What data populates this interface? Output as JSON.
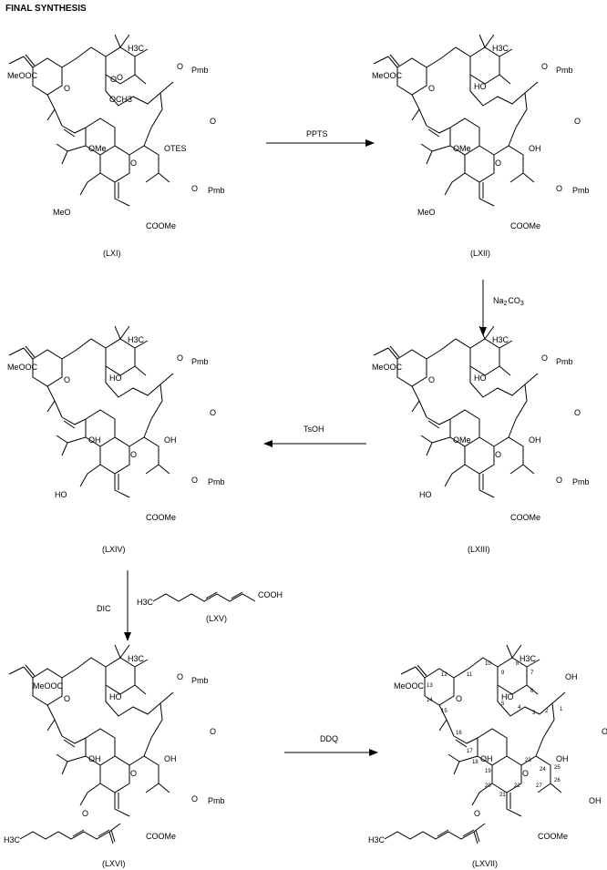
{
  "title": "FINAL SYNTHESIS",
  "compounds": [
    {
      "id": "LXI",
      "label": "(LXI)",
      "substituent_left": "MeO",
      "r1": "OTES",
      "r2": "OCH3"
    },
    {
      "id": "LXII",
      "label": "(LXII)",
      "substituent_left": "MeO",
      "r1": "OH",
      "r2": "HO"
    },
    {
      "id": "LXIII",
      "label": "(LXIII)",
      "substituent_left": "HO",
      "r1": "OH",
      "r2": "HO"
    },
    {
      "id": "LXIV",
      "label": "(LXIV)",
      "substituent_left": "HO",
      "r1": "OH",
      "r2": "HO"
    },
    {
      "id": "LXVI",
      "label": "(LXVI)",
      "substituent_left": "O",
      "r1": "OH",
      "r2": "HO"
    },
    {
      "id": "LXVII",
      "label": "(LXVII)",
      "substituent_left": "O",
      "r1": "OH",
      "r2": "HO"
    }
  ],
  "groups": {
    "meooc": "MeOOC",
    "coome": "COOMe",
    "pmb": "Pmb",
    "ome": "OMe",
    "oh": "OH",
    "ho": "HO",
    "o": "O",
    "h3c": "H3C",
    "ch3": "CH3",
    "c": "C",
    "h": "H",
    "three": "3",
    "meo": "MeO"
  },
  "reagents": {
    "step1": "PPTS",
    "step2": "Na2CO3",
    "step2_base": "Na",
    "step2_sub": "2",
    "step2_tail": "CO",
    "step2_sub2": "3",
    "step3": "TsOH",
    "step4": "DIC",
    "step5": "DDQ"
  },
  "acid": {
    "label": "(LXV)",
    "cooh": "COOH",
    "h3c": "H3C"
  },
  "atom_numbers": [
    "1",
    "2",
    "3",
    "4",
    "5",
    "6",
    "7",
    "8",
    "9",
    "10",
    "11",
    "12",
    "13",
    "14",
    "15",
    "16",
    "17",
    "18",
    "19",
    "20",
    "21",
    "22",
    "23",
    "24",
    "25",
    "26",
    "27"
  ]
}
